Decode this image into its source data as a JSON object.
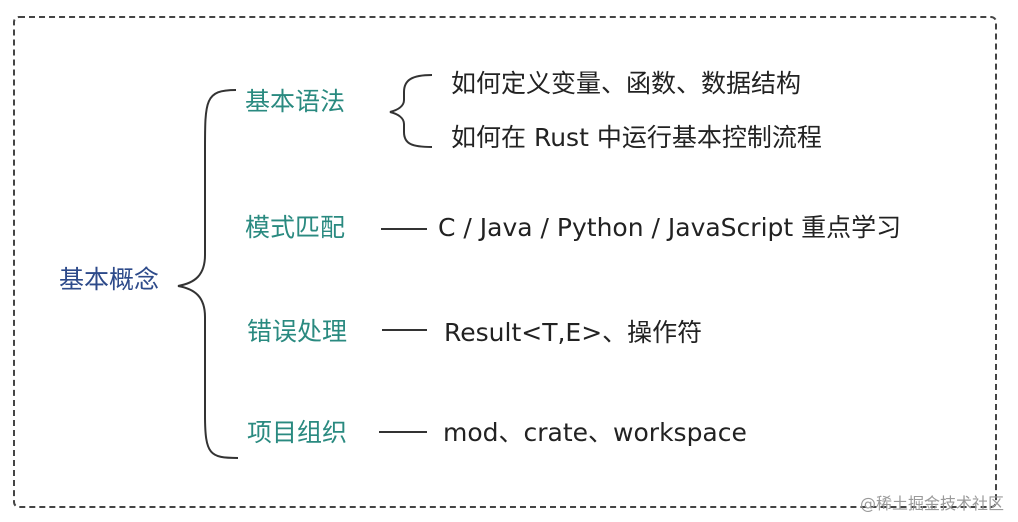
{
  "root": {
    "label": "基本概念"
  },
  "branches": [
    {
      "label": "基本语法",
      "items": [
        "如何定义变量、函数、数据结构",
        "如何在 Rust 中运行基本控制流程"
      ]
    },
    {
      "label": "模式匹配",
      "items": [
        "C / Java / Python / JavaScript 重点学习"
      ]
    },
    {
      "label": "错误处理",
      "items": [
        "Result<T,E>、操作符"
      ]
    },
    {
      "label": "项目组织",
      "items": [
        "mod、crate、workspace"
      ]
    }
  ],
  "watermark": "@稀土掘金技术社区",
  "colors": {
    "root": "#2d4a8a",
    "branch": "#2a8a80",
    "leaf": "#222222",
    "line": "#333333"
  }
}
